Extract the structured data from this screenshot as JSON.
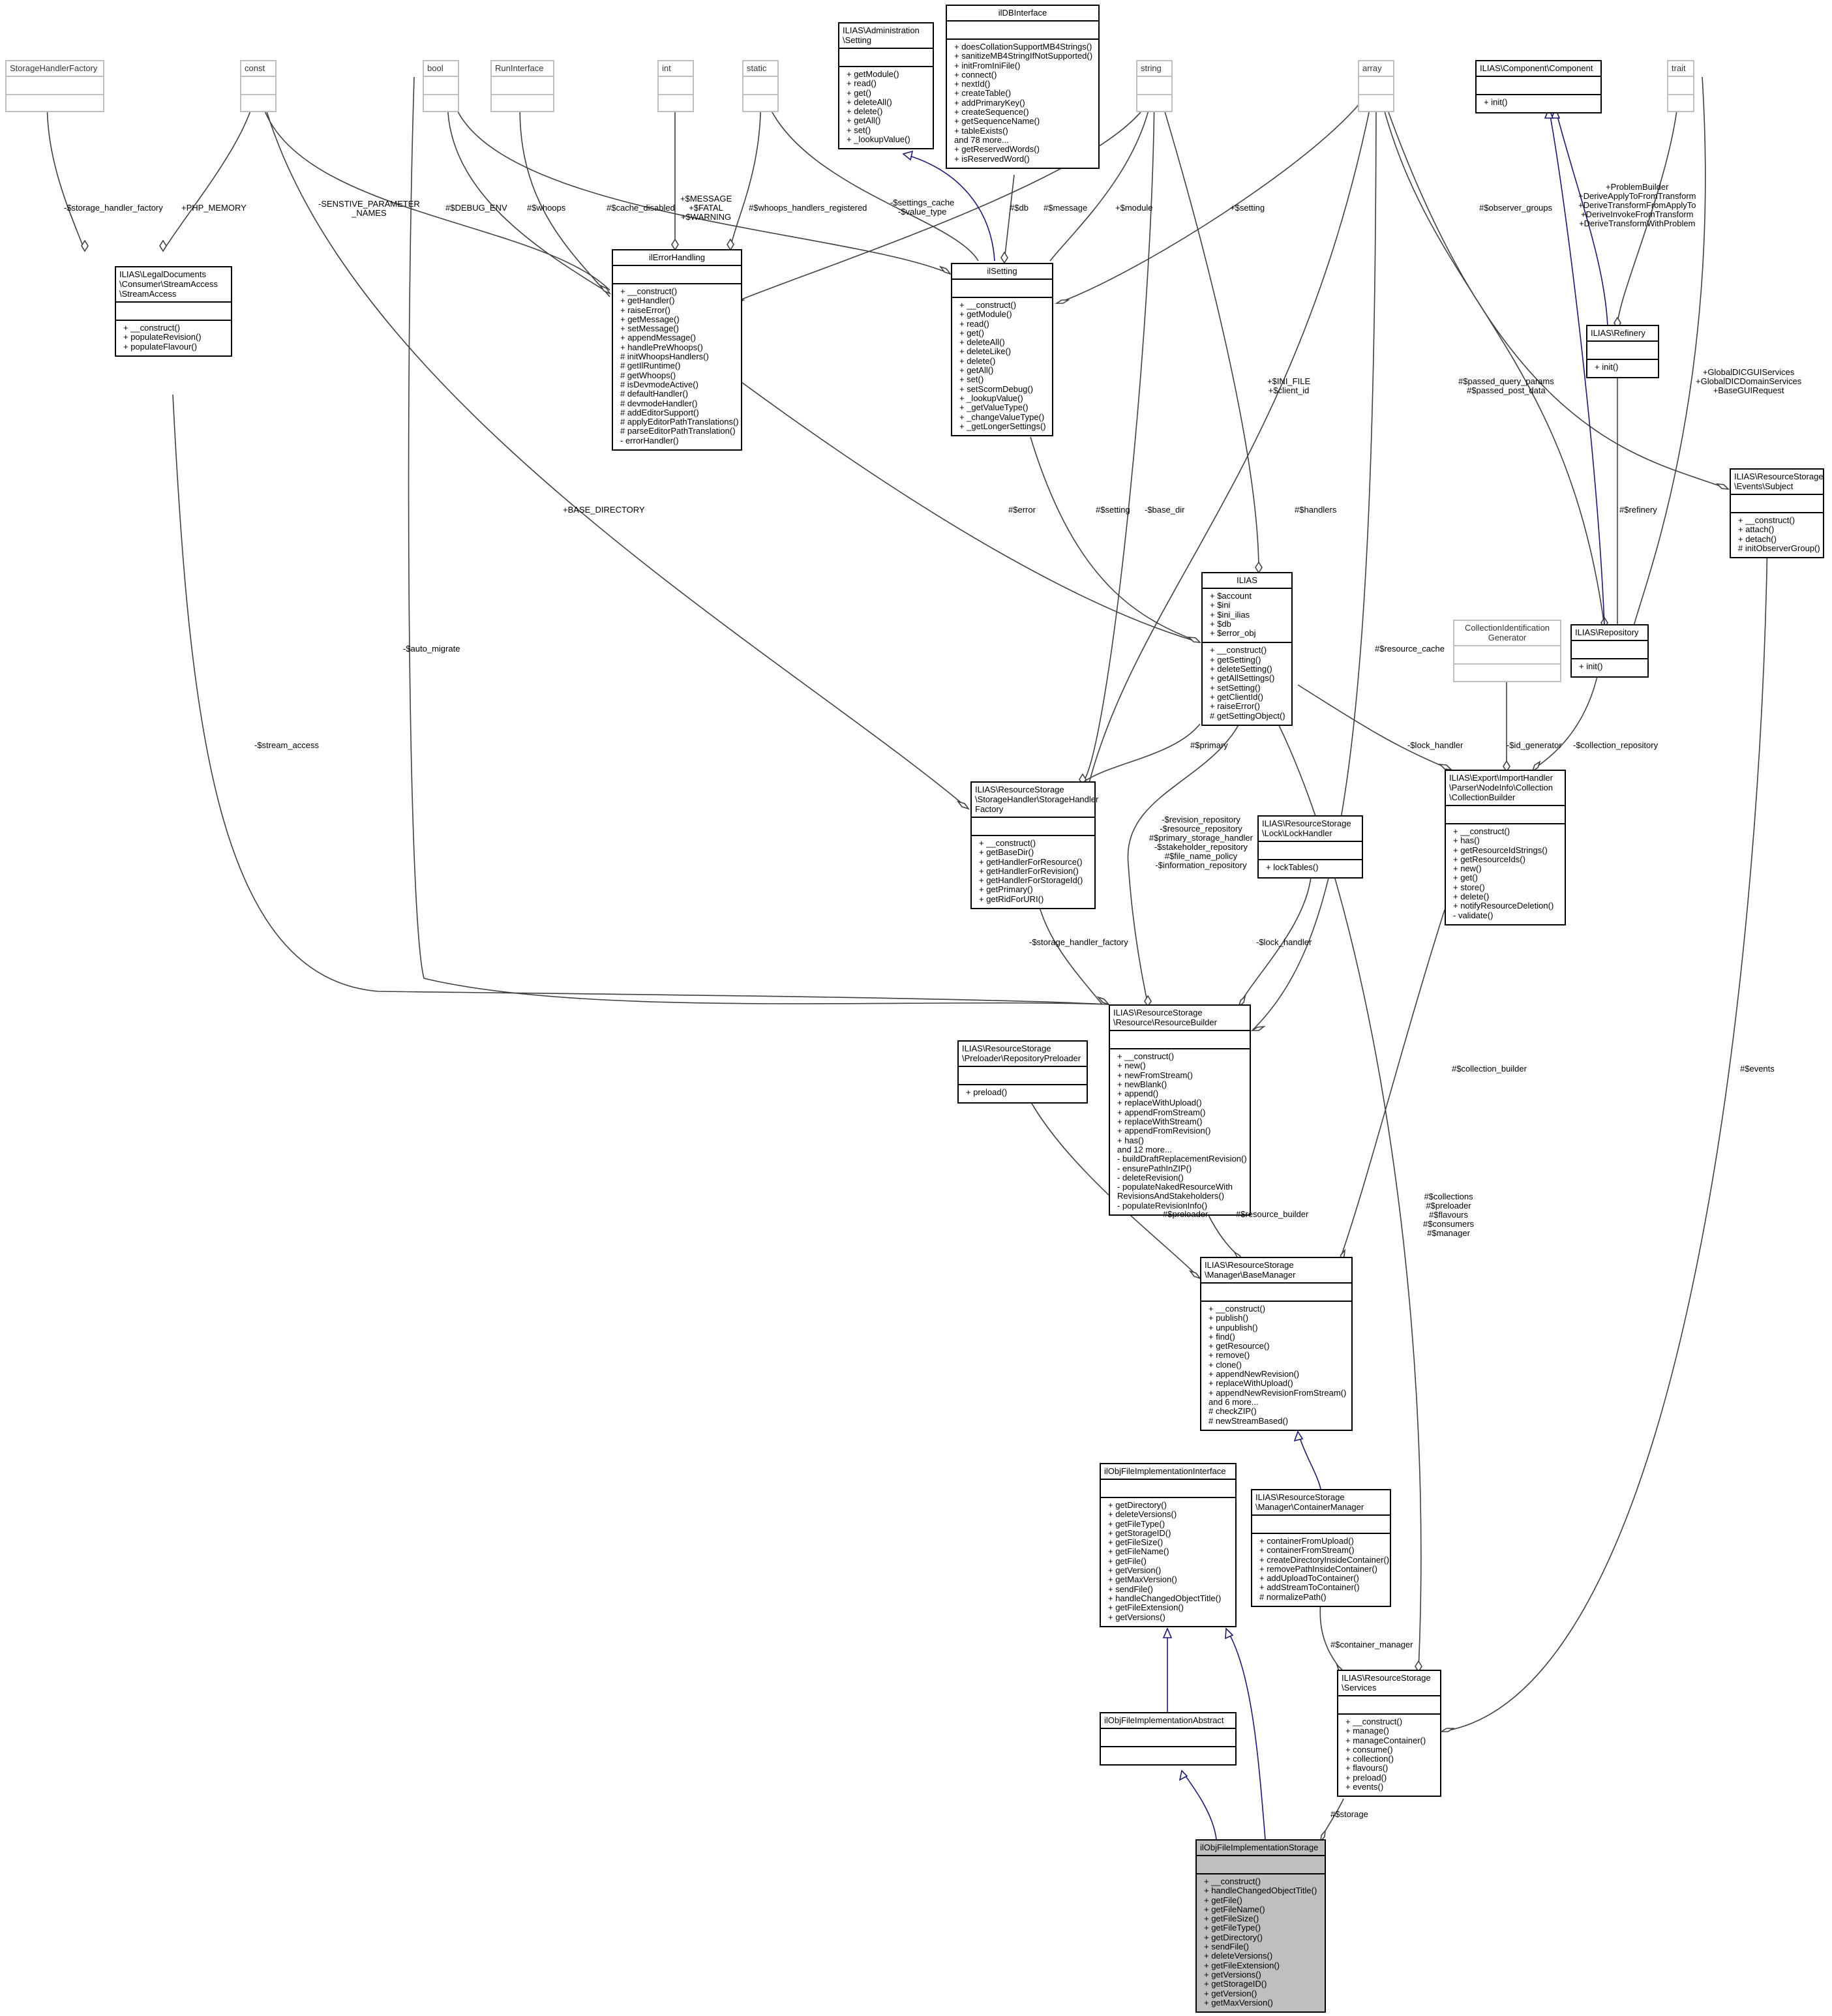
{
  "nodes": [
    {
      "id": "shf",
      "external": true,
      "title": "StorageHandlerFactory",
      "attrs": [],
      "ops": []
    },
    {
      "id": "const",
      "external": true,
      "title": "const",
      "attrs": [],
      "ops": []
    },
    {
      "id": "bool",
      "external": true,
      "title": "bool",
      "attrs": [],
      "ops": []
    },
    {
      "id": "runif",
      "external": true,
      "title": "RunInterface",
      "attrs": [],
      "ops": []
    },
    {
      "id": "int",
      "external": true,
      "title": "int",
      "attrs": [],
      "ops": []
    },
    {
      "id": "static",
      "external": true,
      "title": "static",
      "attrs": [],
      "ops": []
    },
    {
      "id": "string",
      "external": true,
      "title": "string",
      "attrs": [],
      "ops": []
    },
    {
      "id": "array",
      "external": true,
      "title": "array",
      "attrs": [],
      "ops": []
    },
    {
      "id": "trait",
      "external": true,
      "title": "trait",
      "attrs": [],
      "ops": []
    },
    {
      "id": "collgen",
      "external": true,
      "title": "CollectionIdentification\nGenerator",
      "attrs": [],
      "ops": []
    },
    {
      "id": "adminsetting",
      "title": "ILIAS\\Administration\n\\Setting",
      "attrs": [],
      "ops": [
        "+ getModule()",
        "+ read()",
        "+ get()",
        "+ deleteAll()",
        "+ delete()",
        "+ getAll()",
        "+ set()",
        "+ _lookupValue()"
      ]
    },
    {
      "id": "ildb",
      "center": true,
      "title": "ilDBInterface",
      "attrs": [],
      "ops": [
        "+ doesCollationSupportMB4Strings()",
        "+ sanitizeMB4StringIfNotSupported()",
        "+ initFromIniFile()",
        "+ connect()",
        "+ nextId()",
        "+ createTable()",
        "+ addPrimaryKey()",
        "+ createSequence()",
        "+ getSequenceName()",
        "+ tableExists()",
        "and 78 more...",
        "+ getReservedWords()",
        "+ isReservedWord()"
      ]
    },
    {
      "id": "component",
      "title": "ILIAS\\Component\\Component",
      "attrs": [],
      "ops": [
        "+ init()"
      ]
    },
    {
      "id": "streamaccess",
      "title": "ILIAS\\LegalDocuments\n\\Consumer\\StreamAccess\n\\StreamAccess",
      "attrs": [],
      "ops": [
        "+ __construct()",
        "+ populateRevision()",
        "+ populateFlavour()"
      ]
    },
    {
      "id": "errhandling",
      "center": true,
      "title": "ilErrorHandling",
      "attrs": [],
      "ops": [
        "+ __construct()",
        "+ getHandler()",
        "+ raiseError()",
        "+ getMessage()",
        "+ setMessage()",
        "+ appendMessage()",
        "+ handlePreWhoops()",
        "# initWhoopsHandlers()",
        "# getIlRuntime()",
        "# getWhoops()",
        "# isDevmodeActive()",
        "# defaultHandler()",
        "# devmodeHandler()",
        "# addEditorSupport()",
        "# applyEditorPathTranslations()",
        "# parseEditorPathTranslation()",
        "- errorHandler()"
      ]
    },
    {
      "id": "ilsetting",
      "center": true,
      "title": "ilSetting",
      "attrs": [],
      "ops": [
        "+ __construct()",
        "+ getModule()",
        "+ read()",
        "+ get()",
        "+ deleteAll()",
        "+ deleteLike()",
        "+ delete()",
        "+ getAll()",
        "+ set()",
        "+ setScormDebug()",
        "+ _lookupValue()",
        "+ _getValueType()",
        "+ _changeValueType()",
        "+ _getLongerSettings()"
      ]
    },
    {
      "id": "refinery",
      "title": "ILIAS\\Refinery",
      "attrs": [],
      "ops": [
        "+ init()"
      ]
    },
    {
      "id": "subject",
      "title": "ILIAS\\ResourceStorage\n\\Events\\Subject",
      "attrs": [],
      "ops": [
        "+ __construct()",
        "+ attach()",
        "+ detach()",
        "# initObserverGroup()"
      ]
    },
    {
      "id": "ilias",
      "center": true,
      "title": "ILIAS",
      "attrs": [
        "+ $account",
        "+ $ini",
        "+ $ini_ilias",
        "+ $db",
        "+ $error_obj"
      ],
      "ops": [
        "+ __construct()",
        "+ getSetting()",
        "+ deleteSetting()",
        "+ getAllSettings()",
        "+ setSetting()",
        "+ getClientId()",
        "+ raiseError()",
        "# getSettingObject()"
      ]
    },
    {
      "id": "repository",
      "title": "ILIAS\\Repository",
      "attrs": [],
      "ops": [
        "+ init()"
      ]
    },
    {
      "id": "shfactory",
      "title": "ILIAS\\ResourceStorage\n\\StorageHandler\\StorageHandler\nFactory",
      "attrs": [],
      "ops": [
        "+ __construct()",
        "+ getBaseDir()",
        "+ getHandlerForResource()",
        "+ getHandlerForRevision()",
        "+ getHandlerForStorageId()",
        "+ getPrimary()",
        "+ getRidForURI()"
      ]
    },
    {
      "id": "lockhandler",
      "title": "ILIAS\\ResourceStorage\n\\Lock\\LockHandler",
      "attrs": [],
      "ops": [
        "+ lockTables()"
      ]
    },
    {
      "id": "collbuilder",
      "title": "ILIAS\\Export\\ImportHandler\n\\Parser\\NodeInfo\\Collection\n\\CollectionBuilder",
      "attrs": [],
      "ops": [
        "+ __construct()",
        "+ has()",
        "+ getResourceIdStrings()",
        "+ getResourceIds()",
        "+ new()",
        "+ get()",
        "+ store()",
        "+ delete()",
        "+ notifyResourceDeletion()",
        "- validate()"
      ]
    },
    {
      "id": "resbuilder",
      "title": "ILIAS\\ResourceStorage\n\\Resource\\ResourceBuilder",
      "attrs": [],
      "ops": [
        "+ __construct()",
        "+ new()",
        "+ newFromStream()",
        "+ newBlank()",
        "+ append()",
        "+ replaceWithUpload()",
        "+ appendFromStream()",
        "+ replaceWithStream()",
        "+ appendFromRevision()",
        "+ has()",
        "and 12 more...",
        "- buildDraftReplacementRevision()",
        "- ensurePathInZIP()",
        "- deleteRevision()",
        "- populateNakedResourceWith",
        "RevisionsAndStakeholders()",
        "- populateRevisionInfo()"
      ]
    },
    {
      "id": "preloader",
      "title": "ILIAS\\ResourceStorage\n\\Preloader\\RepositoryPreloader",
      "attrs": [],
      "ops": [
        "+ preload()"
      ]
    },
    {
      "id": "basemanager",
      "title": "ILIAS\\ResourceStorage\n\\Manager\\BaseManager",
      "attrs": [],
      "ops": [
        "+ __construct()",
        "+ publish()",
        "+ unpublish()",
        "+ find()",
        "+ getResource()",
        "+ remove()",
        "+ clone()",
        "+ appendNewRevision()",
        "+ replaceWithUpload()",
        "+ appendNewRevisionFromStream()",
        "and 6 more...",
        "# checkZIP()",
        "# newStreamBased()"
      ]
    },
    {
      "id": "fileimplif",
      "title": "ilObjFileImplementationInterface",
      "attrs": [],
      "ops": [
        "+ getDirectory()",
        "+ deleteVersions()",
        "+ getFileType()",
        "+ getStorageID()",
        "+ getFileSize()",
        "+ getFileName()",
        "+ getFile()",
        "+ getVersion()",
        "+ getMaxVersion()",
        "+ sendFile()",
        "+ handleChangedObjectTitle()",
        "+ getFileExtension()",
        "+ getVersions()"
      ]
    },
    {
      "id": "containermgr",
      "title": "ILIAS\\ResourceStorage\n\\Manager\\ContainerManager",
      "attrs": [],
      "ops": [
        "+ containerFromUpload()",
        "+ containerFromStream()",
        "+ createDirectoryInsideContainer()",
        "+ removePathInsideContainer()",
        "+ addUploadToContainer()",
        "+ addStreamToContainer()",
        "# normalizePath()"
      ]
    },
    {
      "id": "fileimplabs",
      "title": "ilObjFileImplementationAbstract",
      "attrs": [],
      "ops": []
    },
    {
      "id": "services",
      "title": "ILIAS\\ResourceStorage\n\\Services",
      "attrs": [],
      "ops": [
        "+ __construct()",
        "+ manage()",
        "+ manageContainer()",
        "+ consume()",
        "+ collection()",
        "+ flavours()",
        "+ preload()",
        "+ events()"
      ]
    },
    {
      "id": "fileimplstorage",
      "main": true,
      "title": "ilObjFileImplementationStorage",
      "attrs": [],
      "ops": [
        "+ __construct()",
        "+ handleChangedObjectTitle()",
        "+ getFile()",
        "+ getFileName()",
        "+ getFileSize()",
        "+ getFileType()",
        "+ getDirectory()",
        "+ sendFile()",
        "+ deleteVersions()",
        "+ getFileExtension()",
        "+ getVersions()",
        "+ getStorageID()",
        "+ getVersion()",
        "+ getMaxVersion()"
      ]
    }
  ],
  "edge_labels": {
    "shf_streamaccess": "-$storage_handler_factory",
    "const_streamaccess": "+PHP_MEMORY",
    "const_err": "-SENSTIVE_PARAMETER\n_NAMES",
    "bool_err": "#$DEBUG_ENV",
    "runif_err": "#$whoops",
    "int_err": "+$MESSAGE\n+$FATAL\n+$WARNING",
    "static_err": "#$whoops_handlers_registered",
    "bool_setting": "#$cache_disabled",
    "static_setting": "-$settings_cache\n-$value_type",
    "ildb_setting": "#$db",
    "string_err": "#$message",
    "string_setting": "+$module",
    "array_setting": "+$setting",
    "array_subject": "#$observer_groups",
    "trait_refinery": "+ProblemBuilder\n+DeriveApplyToFromTransform\n+DeriveTransformFromApplyTo\n+DeriveInvokeFromTransform\n+DeriveTransformWithProblem",
    "string_ilias": "+$INI_FILE\n+$client_id",
    "array_repository": "#$passed_query_params\n#$passed_post_data",
    "trait_repository": "+GlobalDICGUIServices\n+GlobalDICDomainServices\n+BaseGUIRequest",
    "const_shfactory": "+BASE_DIRECTORY",
    "err_ilias": "#$error",
    "setting_ilias": "#$setting",
    "string_shfactory": "-$base_dir",
    "array_shfactory": "#$handlers",
    "refinery_repository": "#$refinery",
    "bool_resbuilder": "-$auto_migrate",
    "streamaccess_resbuilder": "-$stream_access",
    "array_resbuilder": "#$resource_cache",
    "ilias_collbuilder": "-$lock_handler",
    "collgen_collbuilder": "-$id_generator",
    "repo_collbuilder": "-$collection_repository",
    "ilias_shfactory": "#$primary",
    "ilias_resbuilder": "-$revision_repository\n-$resource_repository\n#$primary_storage_handler\n-$stakeholder_repository\n#$file_name_policy\n-$information_repository",
    "shfactory_resbuilder": "-$storage_handler_factory",
    "lock_resbuilder": "-$lock_handler",
    "collbuilder_basemanager": "#$collection_builder",
    "ilias_services": "#$collections\n#$preloader\n#$flavours\n#$consumers\n#$manager",
    "subject_services": "#$events",
    "preloader_basemanager": "#$preloader",
    "resbuilder_basemanager": "#$resource_builder",
    "container_services": "#$container_manager",
    "services_storage": "#$storage"
  }
}
